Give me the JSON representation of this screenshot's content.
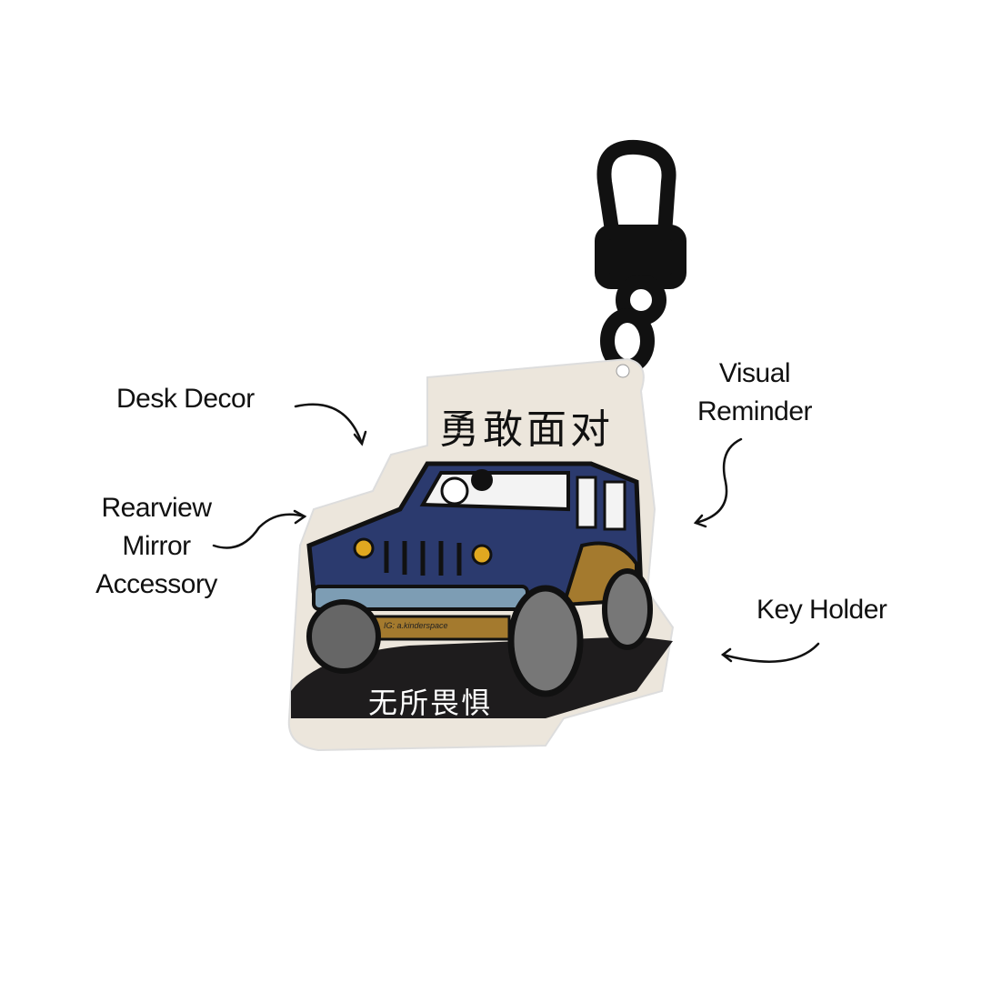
{
  "labels": {
    "desk_decor": "Desk Decor",
    "rearview_line1": "Rearview",
    "rearview_line2": "Mirror",
    "rearview_line3": "Accessory",
    "visual_line1": "Visual",
    "visual_line2": "Reminder",
    "key_holder": "Key Holder"
  },
  "keychain": {
    "top_text": "勇敢面对",
    "bottom_text": "无所畏惧",
    "credit": "IG: a.kinderspace",
    "colors": {
      "jeep": "#2b3a6e",
      "card": "#ece6dc",
      "fender": "#a47a2e",
      "bumper": "#7d9db4"
    }
  }
}
